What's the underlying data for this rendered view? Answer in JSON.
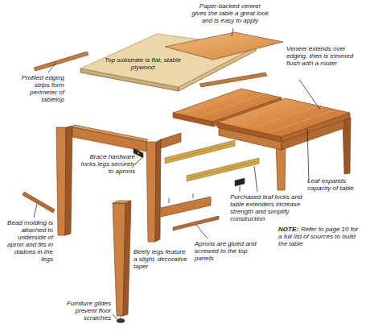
{
  "diagram": {
    "labels": [
      "Paper-backed veneer gives the table a great look and is easy to apply",
      "Top substrate is flat, stable plywood",
      "Veneer extends over edging, then is trimmed flush with a router",
      "Profiled edging strips form perimeter of tabletop",
      "Brace hardware locks legs securely to aprons",
      "Leaf expands capacity of table",
      "Purchased leaf locks and table extenders increase strength and simplify construction",
      "Bead molding is attached to underside of apron and fits in dadoes in the legs",
      "Beefy legs feature a slight, decorative taper",
      "Aprons are glued and screwed to the top panels",
      "NOTE:",
      "Refer to page 10 for a full list of sources to build the table",
      "Furniture glides prevent floor scratches"
    ]
  }
}
